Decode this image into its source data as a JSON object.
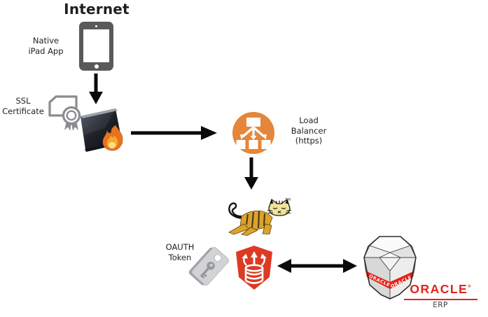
{
  "diagram": {
    "title": "Internet",
    "nodes": {
      "native_ipad_app": {
        "icon": "tablet-icon",
        "label": [
          "Native",
          "iPad App"
        ]
      },
      "ssl_certificate": {
        "icon": "certificate-seal-icon",
        "label": [
          "SSL",
          "Certificate"
        ]
      },
      "firewall": {
        "icon": "firewall-flame-icon"
      },
      "load_balancer": {
        "icon": "load-balancer-icon",
        "label": [
          "Load",
          "Balancer",
          "(https)"
        ]
      },
      "tomcat": {
        "icon": "tomcat-cat-icon",
        "trademark": "TM"
      },
      "oauth_token": {
        "icon": "key-tag-icon",
        "label": [
          "OAUTH",
          "Token"
        ]
      },
      "ords": {
        "icon": "rest-data-services-shield-icon"
      },
      "oracle_erp": {
        "icon": "oracle-database-gem-icon",
        "brand": "ORACLE",
        "registered_mark": "®",
        "product": "ERP",
        "band_text": "ORACLE"
      }
    },
    "colors": {
      "arrow": "#0A0A0A",
      "label_text": "#1F1F1F",
      "load_balancer_orange": "#E5863A",
      "ords_red": "#DC3A22",
      "oracle_red": "#E2231A",
      "tomcat_gold": "#DCA32B",
      "tomcat_face": "#F2E29B",
      "ipad_gray": "#59595B",
      "certificate_gray": "#8A8C8F",
      "tag_gray": "#D2D3D5"
    }
  }
}
